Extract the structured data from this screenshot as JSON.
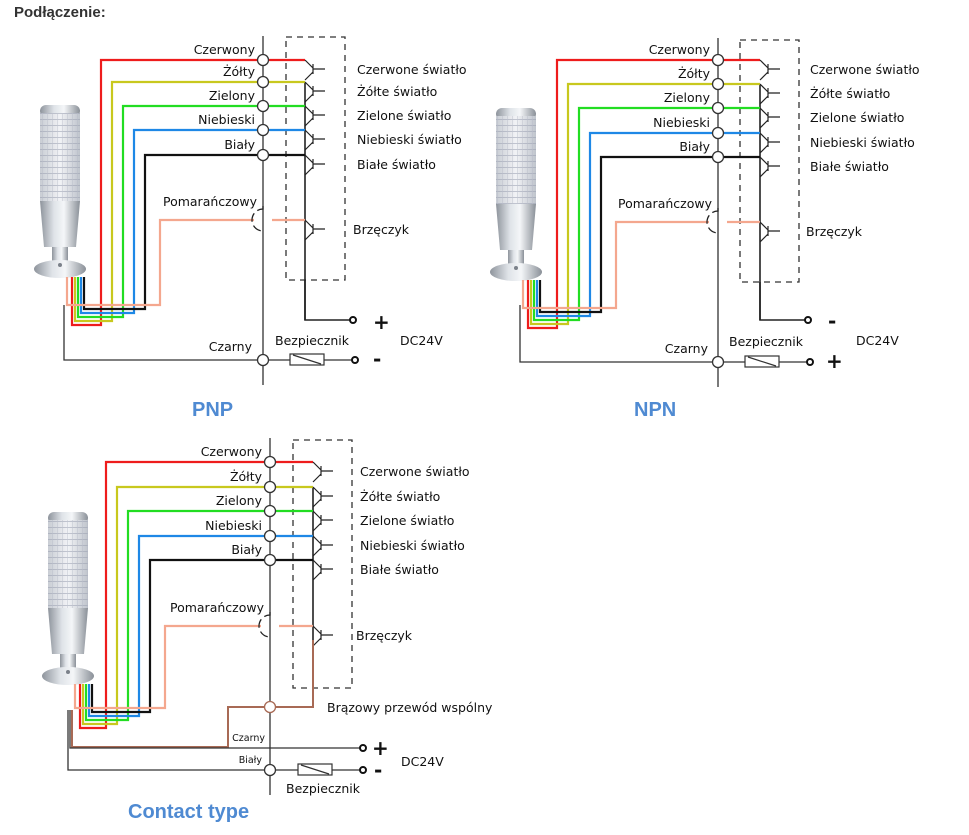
{
  "heading": "Podłączenie:",
  "colors": {
    "red": "#ee1c1c",
    "yellow": "#c8c81e",
    "green": "#22dd22",
    "blue": "#1e88e6",
    "black": "#111111",
    "orange": "#f4a78e",
    "brown": "#a86a55",
    "title": "#4f8ad2"
  },
  "wire_labels": [
    "Czerwony",
    "Żółty",
    "Zielony",
    "Niebieski",
    "Biały"
  ],
  "wire_colors": [
    "red",
    "yellow",
    "green",
    "blue",
    "black"
  ],
  "light_labels": [
    "Czerwone światło",
    "Żółte światło",
    "Zielone światło",
    "Niebieski światło",
    "Białe światło"
  ],
  "buzzer_wire_label": "Pomarańczowy",
  "buzzer_label": "Brzęczyk",
  "fuse_label": "Bezpiecznik",
  "supply_label": "DC24V",
  "diagrams": [
    {
      "id": "pnp",
      "title": "PNP",
      "ground_wire_label": "Czarny",
      "top_terminal_sign": "+",
      "bottom_terminal_sign": "-"
    },
    {
      "id": "npn",
      "title": "NPN",
      "ground_wire_label": "Czarny",
      "top_terminal_sign": "-",
      "bottom_terminal_sign": "+"
    },
    {
      "id": "contact",
      "title": "Contact type",
      "common_wire_label": "Brązowy przewód wspólny",
      "plus_wire_label": "Czarny",
      "minus_wire_label": "Biały",
      "top_terminal_sign": "+",
      "bottom_terminal_sign": "-"
    }
  ]
}
